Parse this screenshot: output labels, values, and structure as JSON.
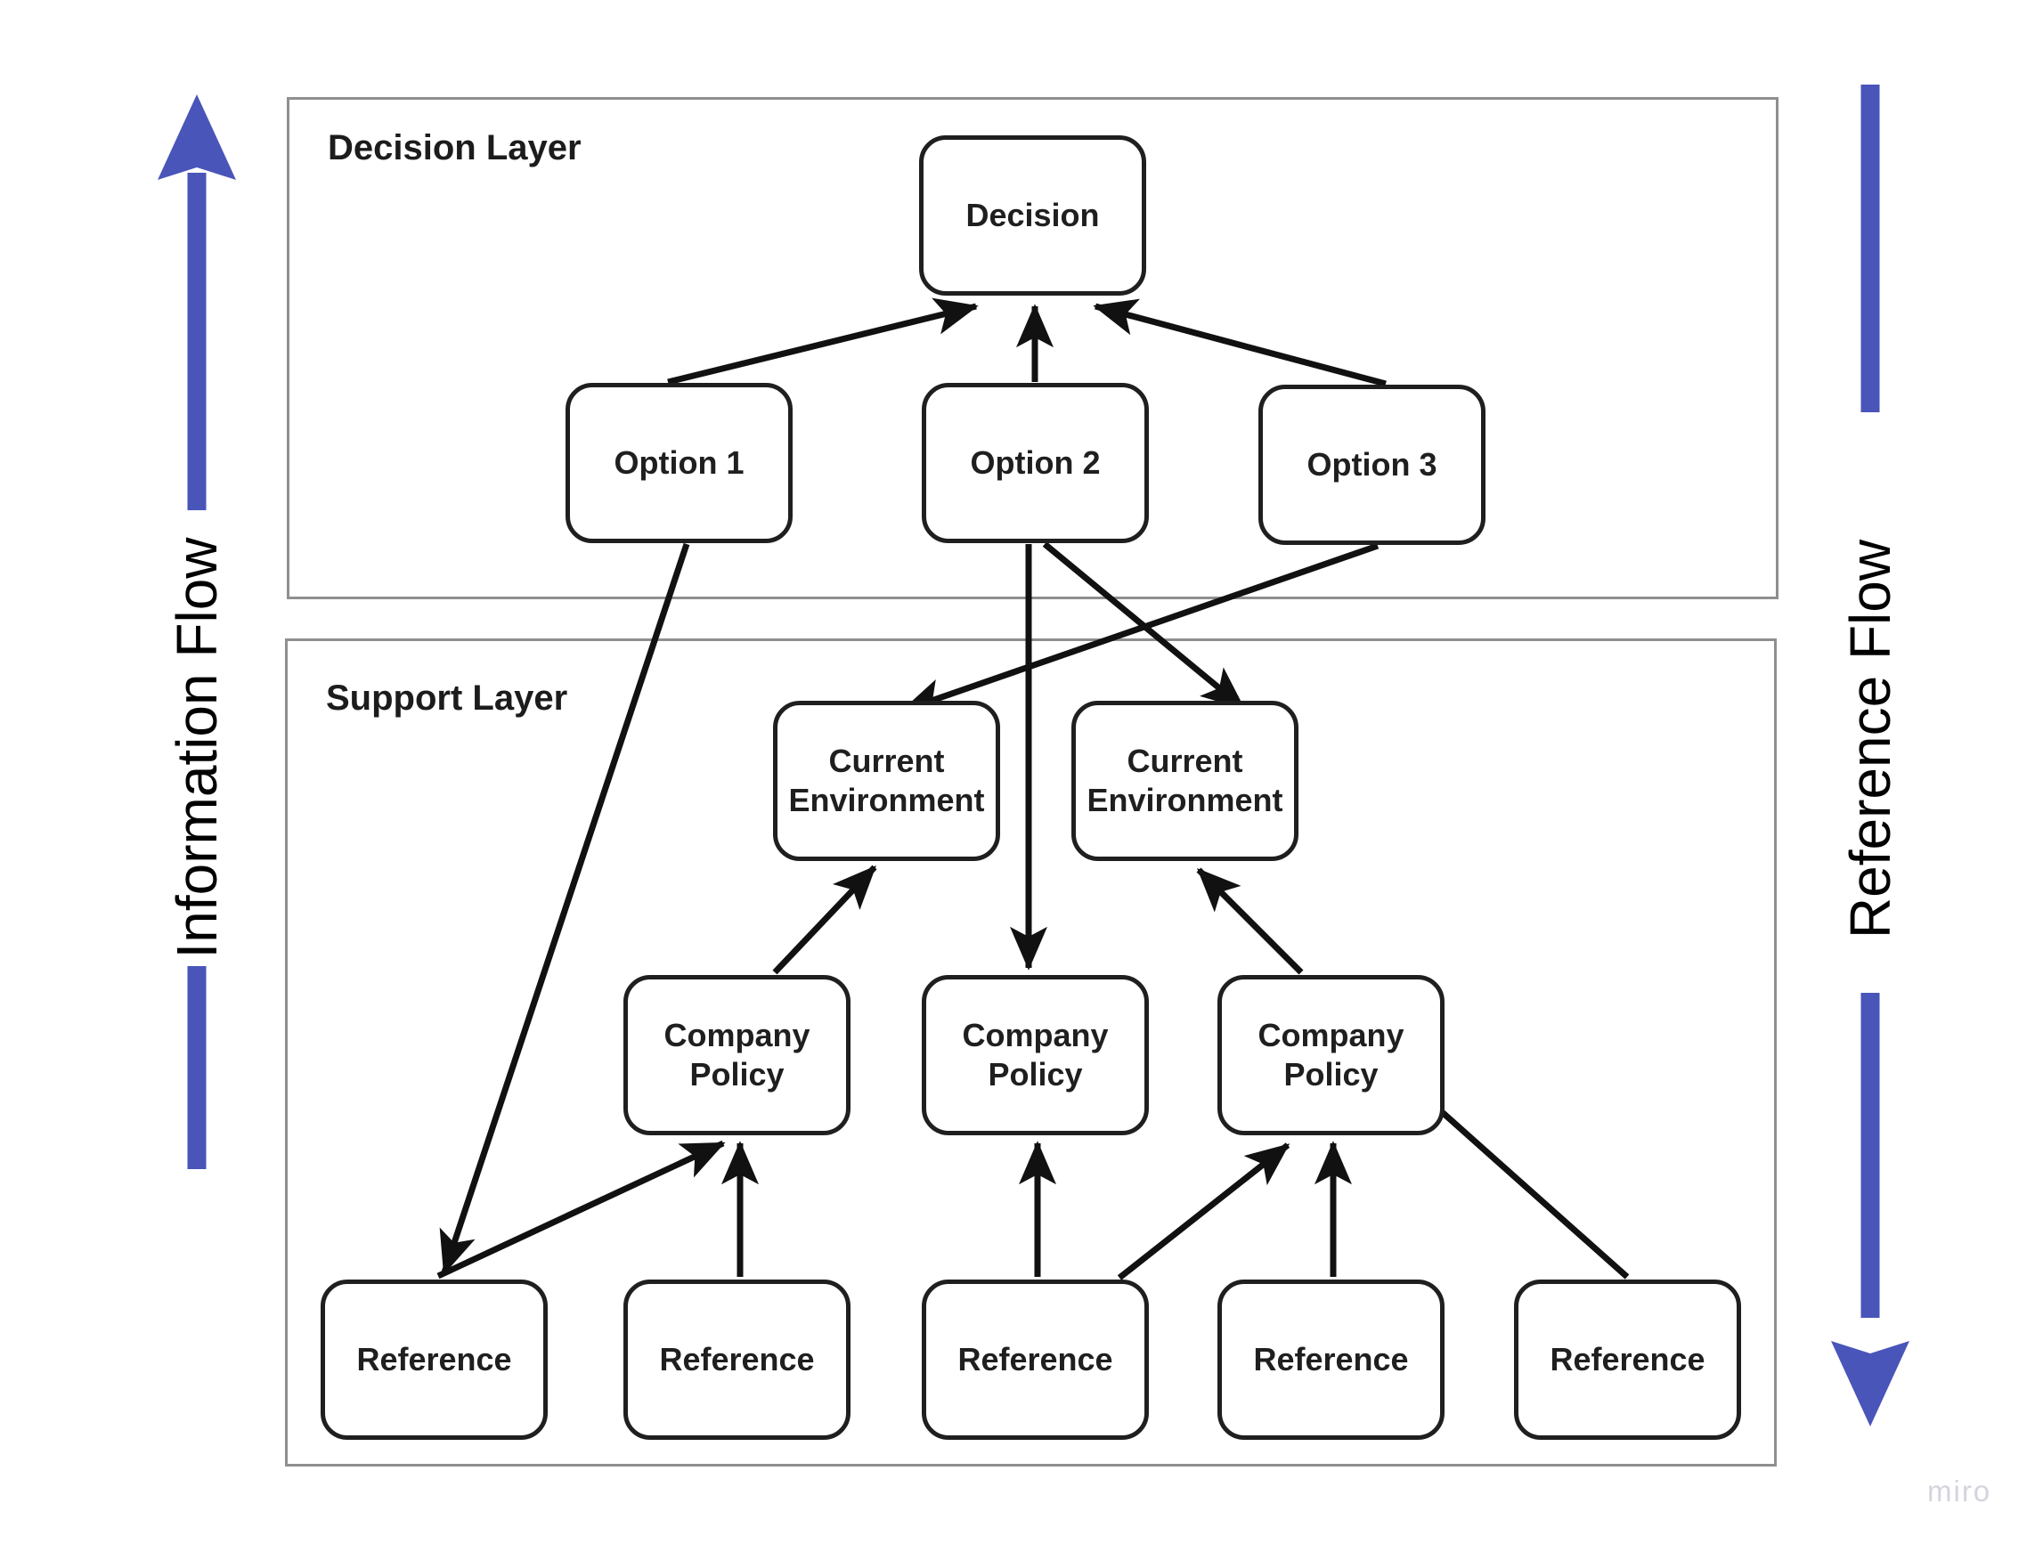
{
  "layers": {
    "decision": {
      "label": "Decision Layer"
    },
    "support": {
      "label": "Support Layer"
    }
  },
  "nodes": {
    "decision": {
      "label": "Decision"
    },
    "option1": {
      "label": "Option 1"
    },
    "option2": {
      "label": "Option 2"
    },
    "option3": {
      "label": "Option 3"
    },
    "cenv1": {
      "label": "Current Environment"
    },
    "cenv2": {
      "label": "Current Environment"
    },
    "policy1": {
      "label": "Company Policy"
    },
    "policy2": {
      "label": "Company Policy"
    },
    "policy3": {
      "label": "Company Policy"
    },
    "ref1": {
      "label": "Reference"
    },
    "ref2": {
      "label": "Reference"
    },
    "ref3": {
      "label": "Reference"
    },
    "ref4": {
      "label": "Reference"
    },
    "ref5": {
      "label": "Reference"
    }
  },
  "edges": [
    {
      "from": "option1",
      "to": "decision",
      "arrowhead": "to"
    },
    {
      "from": "option2",
      "to": "decision",
      "arrowhead": "to"
    },
    {
      "from": "option3",
      "to": "decision",
      "arrowhead": "to"
    },
    {
      "from": "option1",
      "to": "ref1",
      "arrowhead": "to"
    },
    {
      "from": "option2",
      "to": "policy2",
      "arrowhead": "to"
    },
    {
      "from": "option2",
      "to": "cenv2",
      "arrowhead": "to"
    },
    {
      "from": "option3",
      "to": "cenv1",
      "arrowhead": "to"
    },
    {
      "from": "policy1",
      "to": "cenv1",
      "arrowhead": "to"
    },
    {
      "from": "policy3",
      "to": "cenv2",
      "arrowhead": "to"
    },
    {
      "from": "ref1",
      "to": "policy1",
      "arrowhead": "to"
    },
    {
      "from": "ref2",
      "to": "policy1",
      "arrowhead": "to"
    },
    {
      "from": "ref3",
      "to": "policy2",
      "arrowhead": "to"
    },
    {
      "from": "ref3",
      "to": "policy3",
      "arrowhead": "to"
    },
    {
      "from": "ref4",
      "to": "policy3",
      "arrowhead": "to"
    },
    {
      "from": "policy3",
      "to": "ref5",
      "arrowhead": "none"
    }
  ],
  "flows": {
    "left": {
      "label": "Information Flow",
      "direction": "up"
    },
    "right": {
      "label": "Reference Flow",
      "direction": "down"
    }
  },
  "colors": {
    "flow_arrow": "#4a55b9",
    "connector": "#111111",
    "node_border": "#1f1f1f",
    "layer_border": "#8f8f8f"
  },
  "watermark": "miro"
}
